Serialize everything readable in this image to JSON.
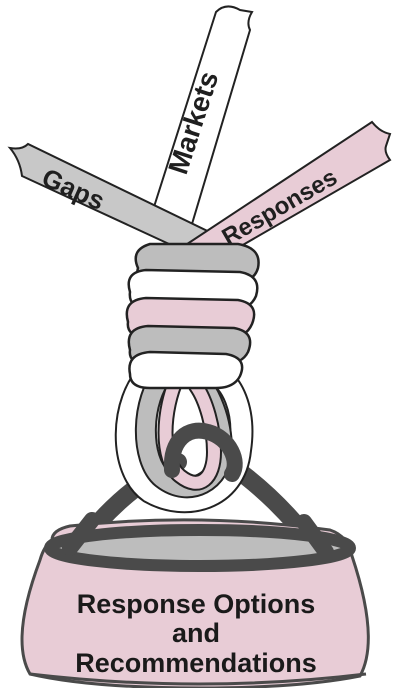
{
  "ribbons": {
    "markets": {
      "label": "Markets",
      "color": "#ffffff"
    },
    "gaps": {
      "label": "Gaps",
      "color": "#c8c8c8"
    },
    "responses": {
      "label": "Responses",
      "color": "#e8ccd6"
    }
  },
  "bag": {
    "line1": "Response Options",
    "line2": "and",
    "line3": "Recommendations",
    "color": "#e8ccd6",
    "rope_color": "#555555"
  }
}
